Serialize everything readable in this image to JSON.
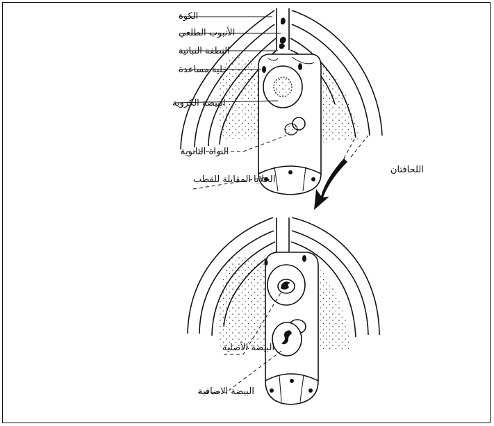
{
  "labels": {
    "micropyle": "الكوة",
    "pollen_tube": "الأنبوب الطلعي",
    "sperm_nucleus": "النطفة النباتية",
    "synergid": "خلية مساعدة",
    "egg_cell": "البيضة الكروية",
    "secondary_nucleus": "النواة الثانوية",
    "antipodal_cells": "الخلايا المقابلة للقطب",
    "integuments": "اللحافتان",
    "zygote": "البيضة الأصلية",
    "endosperm_nucleus": "البيضة الاضافية"
  }
}
